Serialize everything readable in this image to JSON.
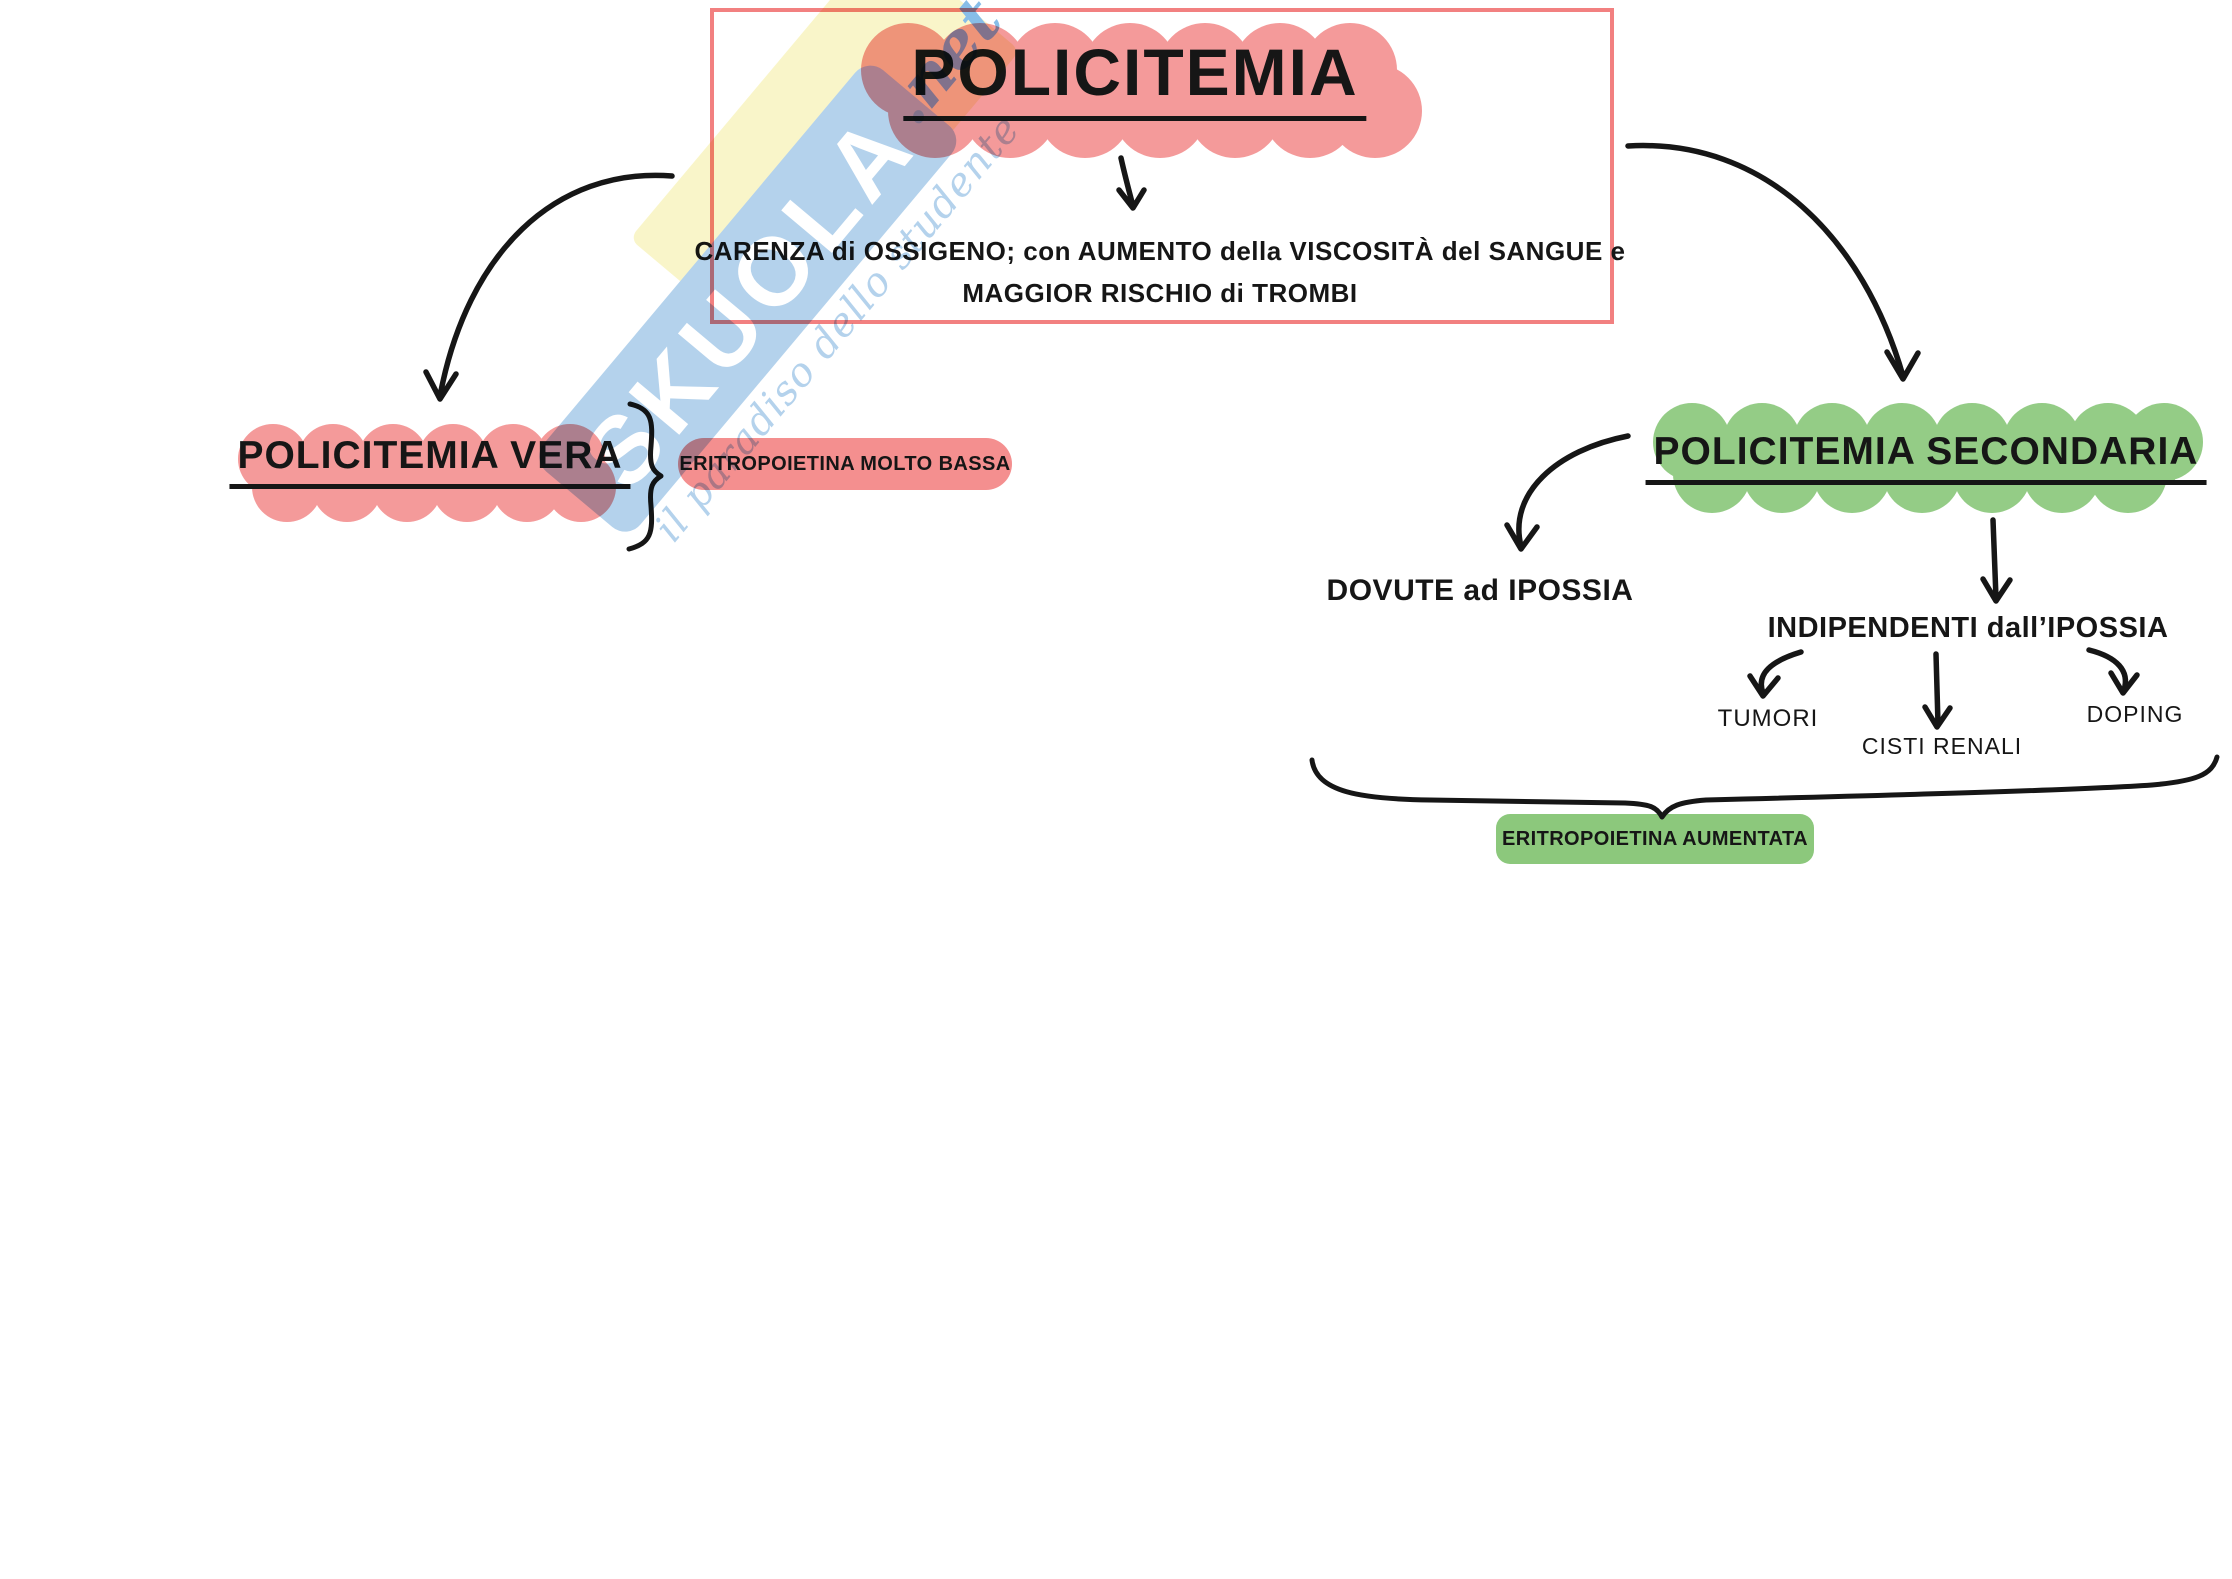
{
  "colors": {
    "ink": "#161616",
    "box_border": "#f28080",
    "pink_highlight": "#f49a9a",
    "pink_pill": "#f48f8f",
    "green_highlight": "#94cc86",
    "green_pill": "#8cc87c",
    "watermark_blue": "#aecfeb",
    "watermark_yellow": "#f8f3bb",
    "watermark_net_blue": "#7db8e6"
  },
  "root": {
    "title": "POLICITEMIA",
    "description_line1": "CARENZA di OSSIGENO; con AUMENTO della VISCOSITÀ del SANGUE e",
    "description_line2": "MAGGIOR RISCHIO di TROMBI"
  },
  "left_branch": {
    "title": "POLICITEMIA VERA",
    "note": "ERITROPOIETINA MOLTO BASSA"
  },
  "right_branch": {
    "title": "POLICITEMIA SECONDARIA",
    "cause_hypoxia": "DOVUTE ad IPOSSIA",
    "cause_independent": "INDIPENDENTI dall’IPOSSIA",
    "independent_children": [
      "TUMORI",
      "CISTI RENALI",
      "DOPING"
    ],
    "note": "ERITROPOIETINA AUMENTATA"
  },
  "watermark": {
    "brand": "SKUOLA",
    "tld": ".net",
    "tagline": "il paradiso dello studente"
  }
}
